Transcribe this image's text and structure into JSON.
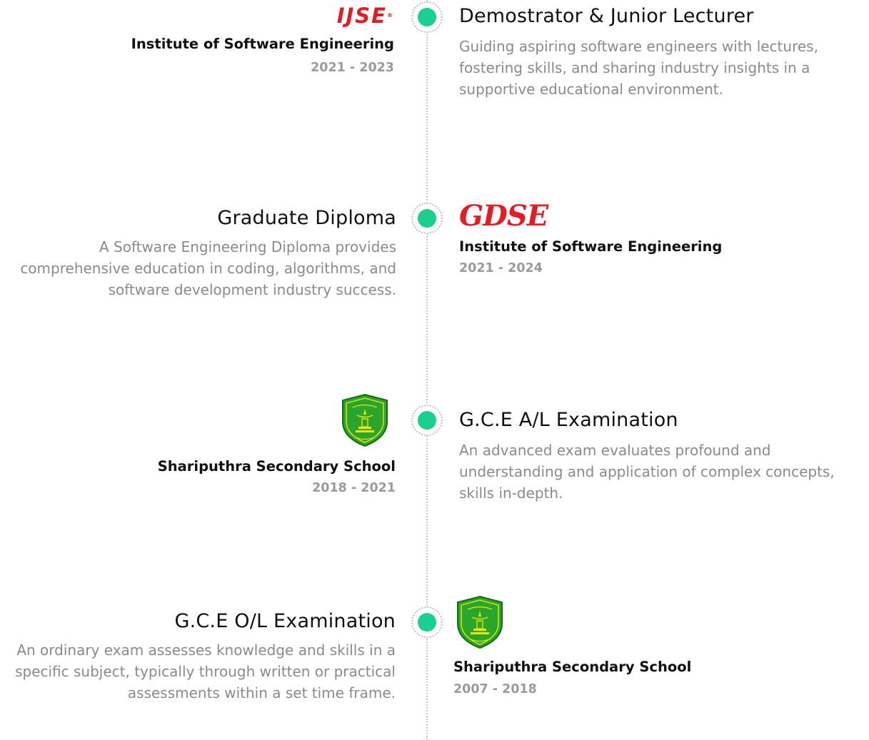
{
  "timeline": [
    {
      "left": {
        "logo_text": "IJSE",
        "logo_mark": "®",
        "institution": "Institute of Software Engineering",
        "years": "2021 - 2023"
      },
      "right": {
        "title": "Demostrator & Junior Lecturer",
        "description": "Guiding aspiring software engineers with lectures, fostering skills, and sharing industry insights in a supportive educational environment."
      }
    },
    {
      "left": {
        "title": "Graduate Diploma",
        "description": "A Software Engineering Diploma provides comprehensive education in coding, algorithms, and software development industry success."
      },
      "right": {
        "logo_text": "GDSE",
        "institution": "Institute of Software Engineering",
        "years": "2021 - 2024"
      }
    },
    {
      "left": {
        "logo_icon": "school-crest-icon",
        "institution": "Shariputhra Secondary School",
        "years": "2018 - 2021"
      },
      "right": {
        "title": "G.C.E A/L Examination",
        "description": "An advanced exam evaluates profound and understanding and application of complex concepts, skills in-depth."
      }
    },
    {
      "left": {
        "title": "G.C.E O/L Examination",
        "description": "An ordinary exam assesses knowledge and skills in a specific subject, typically through written or practical assessments within a set time frame."
      },
      "right": {
        "logo_icon": "school-crest-icon",
        "institution": "Shariputhra Secondary School",
        "years": "2007 - 2018"
      }
    }
  ],
  "colors": {
    "accent": "#1ad08f",
    "brand_red": "#e41d24",
    "crest_green": "#2aa52e",
    "crest_yellow": "#f2e500"
  }
}
